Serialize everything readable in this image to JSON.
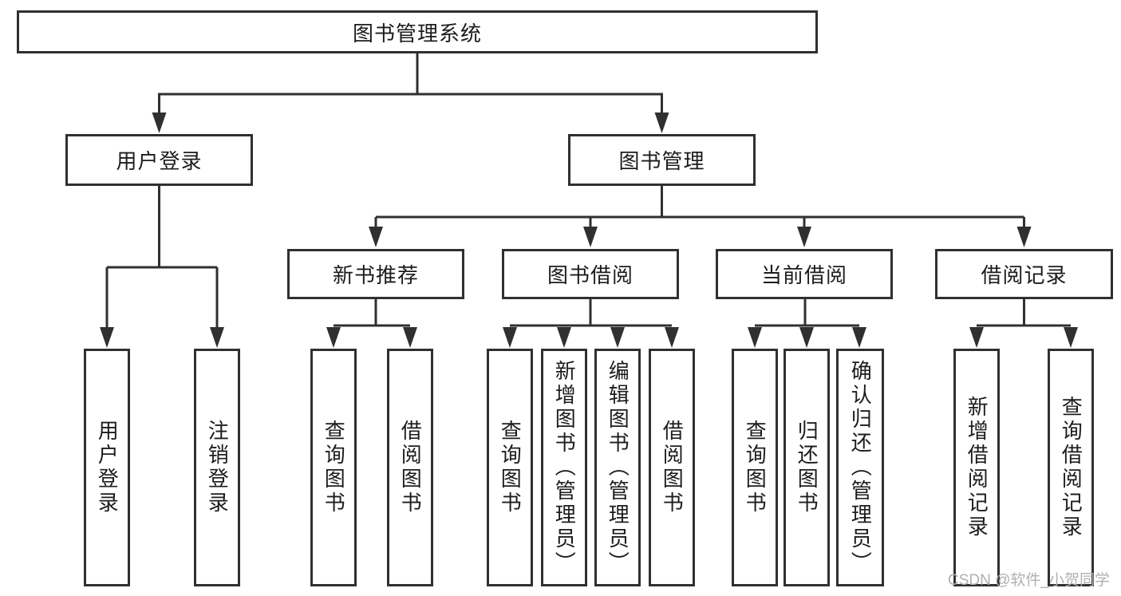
{
  "tree": {
    "root": {
      "label": "图书管理系统"
    },
    "branches": [
      {
        "label": "用户登录",
        "children": [
          {
            "label": "用户登录"
          },
          {
            "label": "注销登录"
          }
        ]
      },
      {
        "label": "图书管理",
        "children": [
          {
            "label": "新书推荐",
            "children": [
              {
                "label": "查询图书"
              },
              {
                "label": "借阅图书"
              }
            ]
          },
          {
            "label": "图书借阅",
            "children": [
              {
                "label": "查询图书"
              },
              {
                "label": "新增图书（管理员）"
              },
              {
                "label": "编辑图书（管理员）"
              },
              {
                "label": "借阅图书"
              }
            ]
          },
          {
            "label": "当前借阅",
            "children": [
              {
                "label": "查询图书"
              },
              {
                "label": "归还图书"
              },
              {
                "label": "确认归还（管理员）"
              }
            ]
          },
          {
            "label": "借阅记录",
            "children": [
              {
                "label": "新增借阅记录"
              },
              {
                "label": "查询借阅记录"
              }
            ]
          }
        ]
      }
    ]
  },
  "watermark": "CSDN @软件_小贺同学",
  "colors": {
    "line": "#303030",
    "text": "#1c1c1c",
    "watermark": "#b0b0b0",
    "background": "#ffffff"
  }
}
